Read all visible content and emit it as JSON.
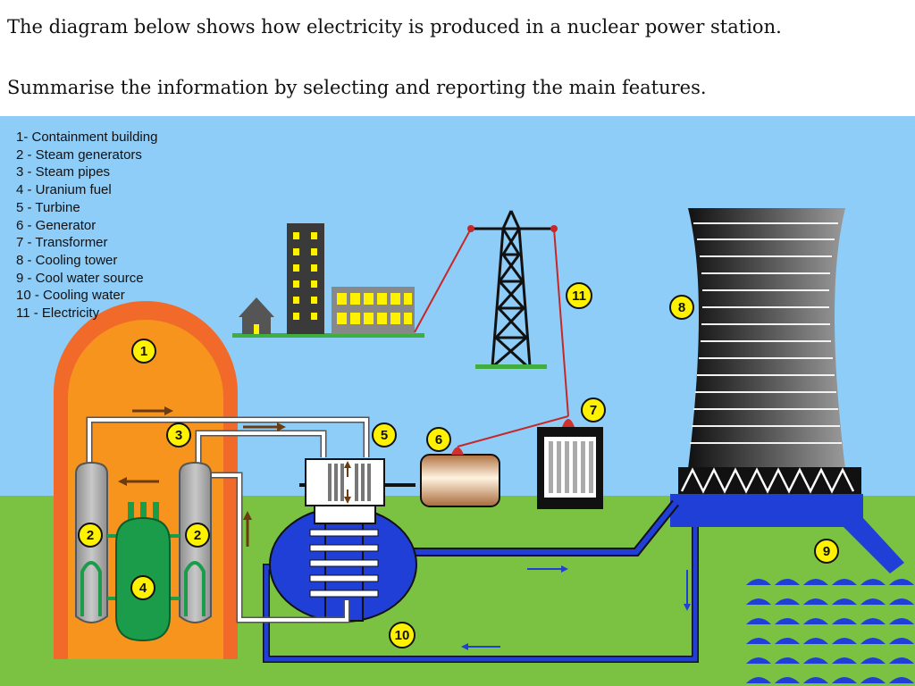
{
  "prompt": {
    "line1": "The diagram below shows how electricity is produced in a nuclear power station.",
    "line2": "Summarise the information by selecting and reporting the main features."
  },
  "legend": [
    "1- Containment building",
    "2 - Steam generators",
    "3 - Steam pipes",
    "4 - Uranium fuel",
    "5 - Turbine",
    "6 - Generator",
    "7 - Transformer",
    "8 - Cooling tower",
    "9 - Cool water source",
    "10 - Cooling water",
    "11 - Electricity"
  ],
  "markers": {
    "m1": "1",
    "m2a": "2",
    "m2b": "2",
    "m3": "3",
    "m4": "4",
    "m5": "5",
    "m6": "6",
    "m7": "7",
    "m8": "8",
    "m9": "9",
    "m10": "10",
    "m11": "11"
  },
  "colors": {
    "sky": "#8ecdf8",
    "grass": "#7cc242",
    "containment": "#f7941d",
    "fuel": "#1a9c4b",
    "water": "#1f3fd6",
    "marker": "#fff200"
  }
}
